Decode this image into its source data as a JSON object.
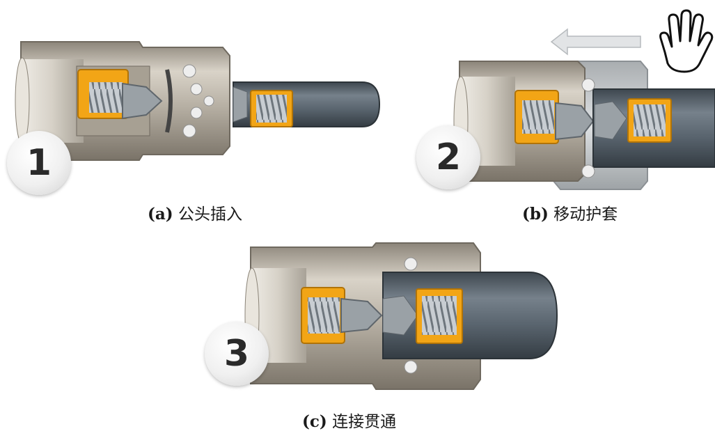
{
  "panels": [
    {
      "step": "1",
      "label": "(a)",
      "caption": "公头插入"
    },
    {
      "step": "2",
      "label": "(b)",
      "caption": "移动护套"
    },
    {
      "step": "3",
      "label": "(c)",
      "caption": "连接贯通"
    }
  ],
  "colors": {
    "steel": "#b9b2a6",
    "steel_dark": "#7f786d",
    "spring_housing": "#f2a516",
    "male_plug": "#5b6670",
    "arrow": "#e2e4e6"
  },
  "icons": [
    "hand-icon",
    "left-arrow-icon"
  ]
}
